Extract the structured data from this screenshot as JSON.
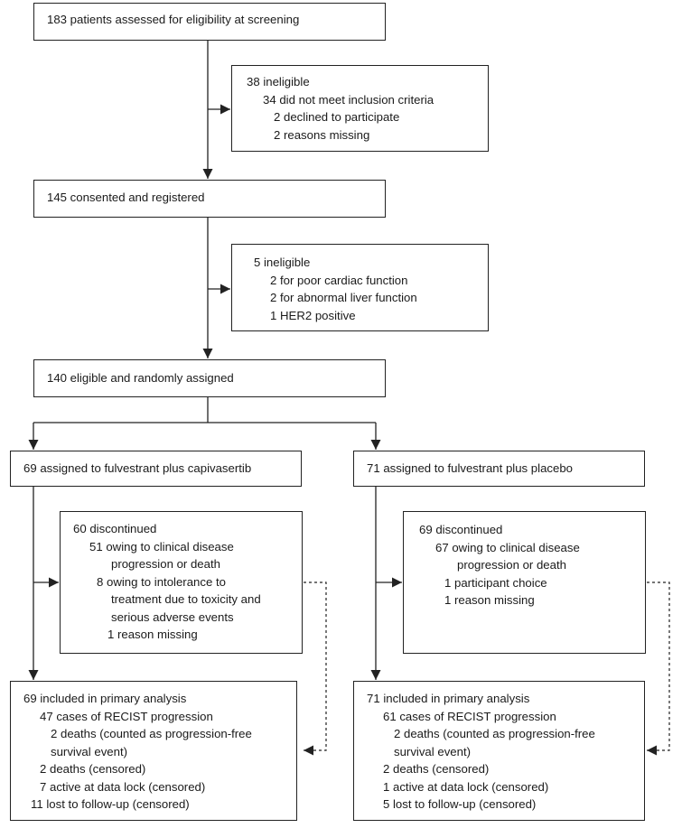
{
  "screening": {
    "text": "183 patients assessed for eligibility at screening"
  },
  "ineligible_screening": {
    "title": "38 ineligible",
    "items": [
      "34 did not meet inclusion criteria",
      "2 declined to participate",
      "2 reasons missing"
    ]
  },
  "consented": {
    "text": "145 consented and registered"
  },
  "ineligible_registration": {
    "title": "5 ineligible",
    "items": [
      "2 for poor cardiac function",
      "2 for abnormal liver function",
      "1 HER2 positive"
    ]
  },
  "randomised": {
    "text": "140 eligible and randomly assigned"
  },
  "arm_capivasertib": {
    "assigned": "69 assigned to fulvestrant plus capivasertib",
    "discontinued": {
      "title": "60 discontinued",
      "item1": [
        "51 owing to clinical disease",
        "progression or death"
      ],
      "item2": [
        "8 owing to intolerance to",
        "treatment due to toxicity and",
        "serious adverse events"
      ],
      "item3": "1 reason missing"
    },
    "analysis": {
      "title": "69 included in primary analysis",
      "recist": "47 cases of RECIST progression",
      "deaths_pfs": [
        "2 deaths (counted as progression-free",
        "survival event)"
      ],
      "deaths_censored": "2 deaths (censored)",
      "active": "7 active at data lock (censored)",
      "lost": "11 lost to follow-up (censored)"
    }
  },
  "arm_placebo": {
    "assigned": "71 assigned to fulvestrant plus placebo",
    "discontinued": {
      "title": "69 discontinued",
      "item1": [
        "67 owing to clinical disease",
        "progression or death"
      ],
      "item2": "1 participant choice",
      "item3": "1 reason missing"
    },
    "analysis": {
      "title": "71 included in primary analysis",
      "recist": "61 cases of RECIST progression",
      "deaths_pfs": [
        "2 deaths (counted as progression-free",
        "survival event)"
      ],
      "deaths_censored": "2 deaths (censored)",
      "active": "1 active at data lock (censored)",
      "lost": "5 lost to follow-up (censored)"
    }
  }
}
